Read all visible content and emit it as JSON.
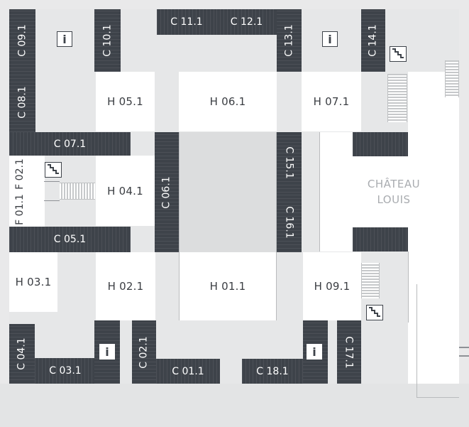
{
  "colors": {
    "block": "#3e434a",
    "hall": "#ffffff",
    "corridor": "#dcddde",
    "outer": "#e9e9ea",
    "label_dark": "#3a3d42",
    "label_light": "#ffffff",
    "chateau": "#a9acb0"
  },
  "halls": {
    "h01": "H 01.1",
    "h02": "H 02.1",
    "h03": "H 03.1",
    "h04": "H 04.1",
    "h05": "H 05.1",
    "h06": "H 06.1",
    "h07": "H 07.1",
    "h09": "H 09.1"
  },
  "blocks": {
    "c01": "C 01.1",
    "c02": "C 02.1",
    "c03": "C 03.1",
    "c04": "C 04.1",
    "c05": "C 05.1",
    "c06": "C 06.1",
    "c07": "C 07.1",
    "c08": "C 08.1",
    "c09": "C 09.1",
    "c10": "C 10.1",
    "c11": "C 11.1",
    "c12": "C 12.1",
    "c13": "C 13.1",
    "c14": "C 14.1",
    "c15": "C 15.1",
    "c16": "C 16.1",
    "c17": "C 17.1",
    "c18": "C 18.1",
    "f01": "F 01.1",
    "f02": "F 02.1"
  },
  "building": {
    "line1": "CHÂTEAU",
    "line2": "LOUIS"
  },
  "icons": {
    "info": "i",
    "info_icon_name": "info-icon",
    "stairs_icon_name": "stairs-icon"
  }
}
